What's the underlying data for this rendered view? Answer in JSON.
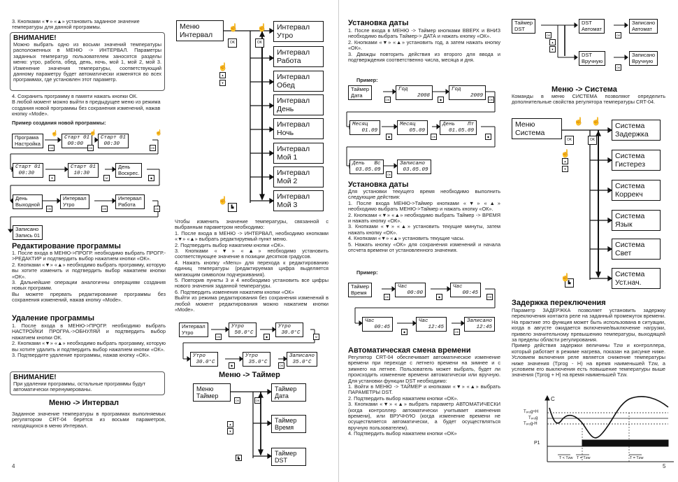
{
  "left": {
    "intro": "3. Кнопками «▼» «▲» установить заданное значение температуры для данной программы.",
    "warn1": {
      "title": "ВНИМАНИЕ!",
      "text": "Можно выбрать одно из восьми значений температуры расположенных в МЕНЮ -> ИНТЕРВАЛ. Параметры заданных температур пользователем заносятся разделы меню: утро, работа, обед, день, ночь, мой 1, мой 2, мой 3. Изменение значения температуры, соответствующий данному параметру будет автоматически изменятся во всех программах, где установлен этот параметр."
    },
    "save_text": "4. Сохранить программу в памяти нажать кнопки ОК.\nВ любой момент можно выйти в предыдущее меню из режима создания новой программы без сохранения изменений, нажав кнопку «Mode».",
    "example_title": "Пример создания новой программы:",
    "prog_boxes": {
      "b1": "Програма\nНастройка",
      "b2": "Старт 01\n 00:00",
      "b3": "Старт 01\n 00:30",
      "b4": "Старт 01\n 00:30",
      "b5": "Старт 01\n 10:30",
      "b6": "День\nВоскрес.",
      "b7": "День\nВыходной",
      "b8": "Интервал\nУтро",
      "b9": "Интервал\nРабота",
      "b10": "Записано\nЗапись 01"
    },
    "edit_head": "Редактирование программы",
    "edit_text": "1. После входа в МЕНЮ->ПРОГР. необходимо выбрать ПРОГР.->РЕДАКТИР и подтвердить выбор нажатием кнопки «ОК».\n2. Кнопками «▼» «▲» необходимо выбрать программу, которую вы хотите изменить и подтвердить выбор нажатием кнопки «ОК».\n3. Дальнейшие операции аналогичны операциям создания новых программ.\nВы можете прервать редактирование программы без сохранения изменений, нажав кнопку «Mode».",
    "delete_head": "Удаление программы",
    "delete_text": "1. После входа в МЕНЮ->ПРОГР. необходимо выбрать НАСТРОЙКИ ПРОГРА.->ОБНУЛЯЙ и подтвердить выбор нажатием кнопки ОК.\n2. Кнопками «▼» «▲» необходимо выбрать программу, которую вы хотите удалить и подтвердить выбор нажатием кнопки «ОК».\n3. Подтвердите удаление программы, нажав кнопку «ОК».",
    "warn2": {
      "title": "ВНИМАНИЕ!",
      "text": "При удалении программы, остальные программы будут автоматически перенумерованы."
    },
    "interval_head": "Меню -> Интервал",
    "interval_text": "Заданное значение температуры в программах выполняемых регулятором CRT-04 берётся из восьми параметров, находящихся в меню Интервал.",
    "interval_menu": "Меню\nИнтервал",
    "interval_items": [
      "Интервал\nУтро",
      "Интервал\nРабота",
      "Интервал\nОбед",
      "Интервал\nДень",
      "Интервал\nНочь",
      "Интервал\nМой 1",
      "Интервал\nМой 2",
      "Интервал\nМой 3"
    ],
    "interval_steps": "Чтобы изменить значение температуры, связанной с выбранным параметром необходимо:\n1. После входа в МЕНЮ -> ИНТЕРВАЛ, необходимо кнопками «▼» «▲» выбрать редактируемый пункт меню.\n2. Подтвердить выбор нажатием кнопки «ОК».\n3. Кнопками «▼» «▲» необходимо установить соответствующее значение в позиции десятков градусов.\n4. Нажать кнопку «Menu» для перехода к редактированию единиц температуры (редактируемая цифра выделяется мигающим символом подчеркивания).\n5. Повторив пункты 3 и 4 необходимо установить все цифры нового значения заданной температуры.\n6. Подтвердить изменения нажатием кнопки «ОК»\nВыйти из режима редактирования без сохранения изменений в любой момент редактирования можно нажатием кнопки «Mode».",
    "temp_boxes": {
      "t1": "Интервал\nУтро",
      "t2": "Утро\n 50.0°C",
      "t3": "Утро\n 30.0°C",
      "t4": "Утро\n 30.0°C",
      "t5": "Утро\n 35.0°C",
      "t6": "Записано\n 35.0°C"
    },
    "timer_head": "Меню -> Таймер",
    "timer_menu": "Меню\nТаймер",
    "timer_items": [
      "Таймер\nДата",
      "Таймер\nВремя",
      "Таймер\nDST"
    ],
    "page_num": "4"
  },
  "right": {
    "date_head": "Установка даты",
    "date_text": "1. После входа в МЕНЮ -> Таймер кнопками ВВЕРХ и ВНИЗ необходимо выбрать Таймер-> ДАТА и нажать кнопку «ОК».\n2. Кнопками «▼» «▲» установить год, а затем нажать кнопку «ОК».\n3. Дважды повторить действия из второго для ввода и подтверждения соответственно числа, месяца и дня.",
    "example": "Пример:",
    "date_boxes": {
      "d1": "Таймер\nДата",
      "d2": "Год\n      2008",
      "d3": "Год\n      2009",
      "d4": "Месяц\n   01.09",
      "d5": "Месяц\n   05.09",
      "d6": "День    Пт\n  01.05.09",
      "d7": "День   Вс\n 03.05.09",
      "d8": "Записано\n 03.05.09"
    },
    "time_head": "Установка даты",
    "time_text": "Для установки текущего время необходимо выполнить следующие действия:\n1. После входа МЕНЮ->Таймер кнопками «▼» «▲» необходимо выбрать МЕНЮ->Таймер и нажать кнопку «ОК».\n2. Кнопками «▼» «▲» необходимо выбрать Таймер -> ВРЕМЯ и нажать кнопку «ОК».\n3. Кнопками «▼» «▲» установить текущие минуты, затем нажать кнопку «ОК».\n4. Кнопками «▼» «▲» установить текущие часы.\n5. Нажать кнопку «ОК» для сохранения изменений и начала отсчета времени от установленного значения.",
    "time_boxes": {
      "m1": "Таймер\nВремя",
      "m2": "Час\n   00:00",
      "m3": "Час\n   00:45",
      "m4": "Час\n   00:45",
      "m5": "Час\n   12:45",
      "m6": "Записано\n   12:45"
    },
    "dst_head": "Автоматическая смена времени",
    "dst_text": "Регулятор CRT-04 обеспечивает автоматическое изменение времени при переходе с летнего времени на зимнее и с зимнего на летнее. Пользователь может выбрать, будет ли происходить изменение времени автоматически или вручную. Для установки функции DST необходимо:\n1. Войти в МЕНЮ -> ТАЙМЕР и кнопками «▼» «▲» выбрать ПАРАМЕТРЫ DST.\n2. Подтвердить выбор нажатием кнопки «ОК».\n3. Кнопками «▼» «▲» выбрать параметр АВТОМАТИЧЕСКИ (когда контроллер автоматически учитывает изменения времени), или ВРУЧНУЮ (когда изменение времени не осуществляется автоматически, а будет осуществляться вручную пользователем).\n4. Подтвердить выбор нажатием кнопки «ОК»",
    "dst_boxes": {
      "s1": "Таймер\nDST",
      "s2": "DST\nАвтомат",
      "s3": "Записано\nАвтомат",
      "s4": "DST\nВручную",
      "s5": "Записано\nВручную"
    },
    "system_head": "Меню -> Система",
    "system_text": "Команды в меню СИСТЕМА позволяют определить дополнительные свойства регулятора температуры CRT-04.",
    "system_menu": "Меню\nСистема",
    "system_items": [
      "Система\nЗадержка",
      "Система\nГистерез",
      "Система\nКоррекч",
      "Система\nЯзык",
      "Система\nСвет",
      "Система\nУст.нач."
    ],
    "delay_head": "Задержка переключения",
    "delay_text": "Параметр ЗАДЕРЖКА позволяет установить задержку переключения контакта реле на заданный промежуток времени. На практике это функция может быть использована в ситуации, когда в августе ожидается включение/выключение нагрузки, привело значительному превышению температуры, выходящей за пределы области регулирования.\nПример действия задержки величины Tzw и контроллера, который работает в режиме нагрева, показан на рисунке ниже. Условием включения реле является снижение температуры ниже значения (Tprog - H) на время наименьшей Tzw, а условием его выключения есть повышение температуры выше значения (Tprog + H) на время наименьшей Tzw.",
    "graph": {
      "c_label": "C",
      "y1": "Tₚᵣₒg+H",
      "y2": "Tₚᵣₒg",
      "y3": "Tₚᵣₒg-H",
      "p1": "P1",
      "t1": "T < Tzw",
      "t2": "T = Tzw",
      "t3": "T = Tzw"
    },
    "page_num": "5"
  }
}
